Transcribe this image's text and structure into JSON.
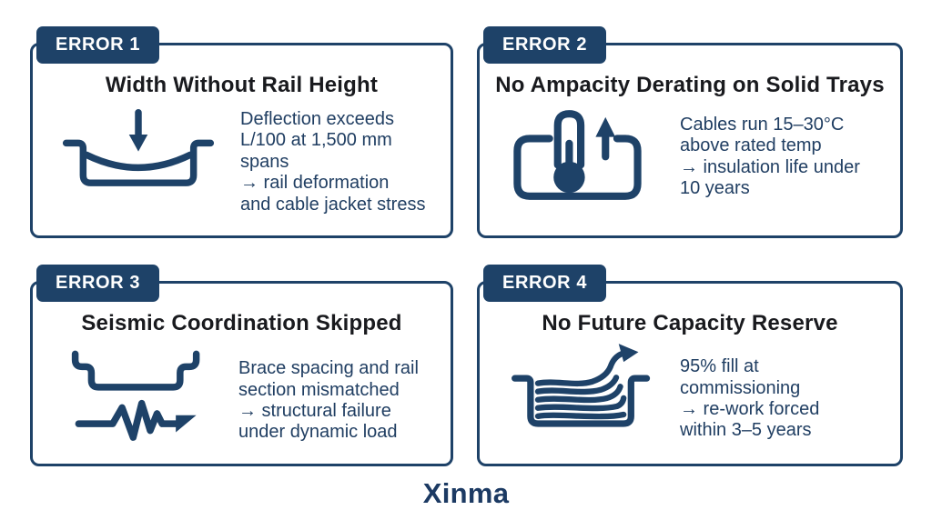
{
  "brand": "Xinma",
  "colors": {
    "navy_accent": "#1e4268",
    "title_text": "#191a1e",
    "body_text": "#203e62",
    "tab_text": "#ffffff",
    "background": "#ffffff"
  },
  "cards": [
    {
      "tag": "ERROR 1",
      "title": "Width Without Rail Height",
      "icon": "sagging-tray-deflection-icon",
      "body": "Deflection exceeds\nL/100 at 1,500 mm spans\n→ rail deformation\nand cable jacket stress"
    },
    {
      "tag": "ERROR 2",
      "title": "No Ampacity Derating on Solid Trays",
      "icon": "thermometer-in-tray-icon",
      "body": "Cables run 15–30°C\nabove rated temp\n→ insulation life under\n10 years"
    },
    {
      "tag": "ERROR 3",
      "title": "Seismic Coordination Skipped",
      "icon": "tray-seismic-wave-arrow-icon",
      "body": "Brace spacing and rail\nsection mismatched\n→ structural failure\nunder dynamic load"
    },
    {
      "tag": "ERROR 4",
      "title": "No Future Capacity Reserve",
      "icon": "overfilled-tray-cables-exit-arrow-icon",
      "body": "95% fill at\ncommissioning\n→ re-work forced\nwithin 3–5 years"
    }
  ]
}
